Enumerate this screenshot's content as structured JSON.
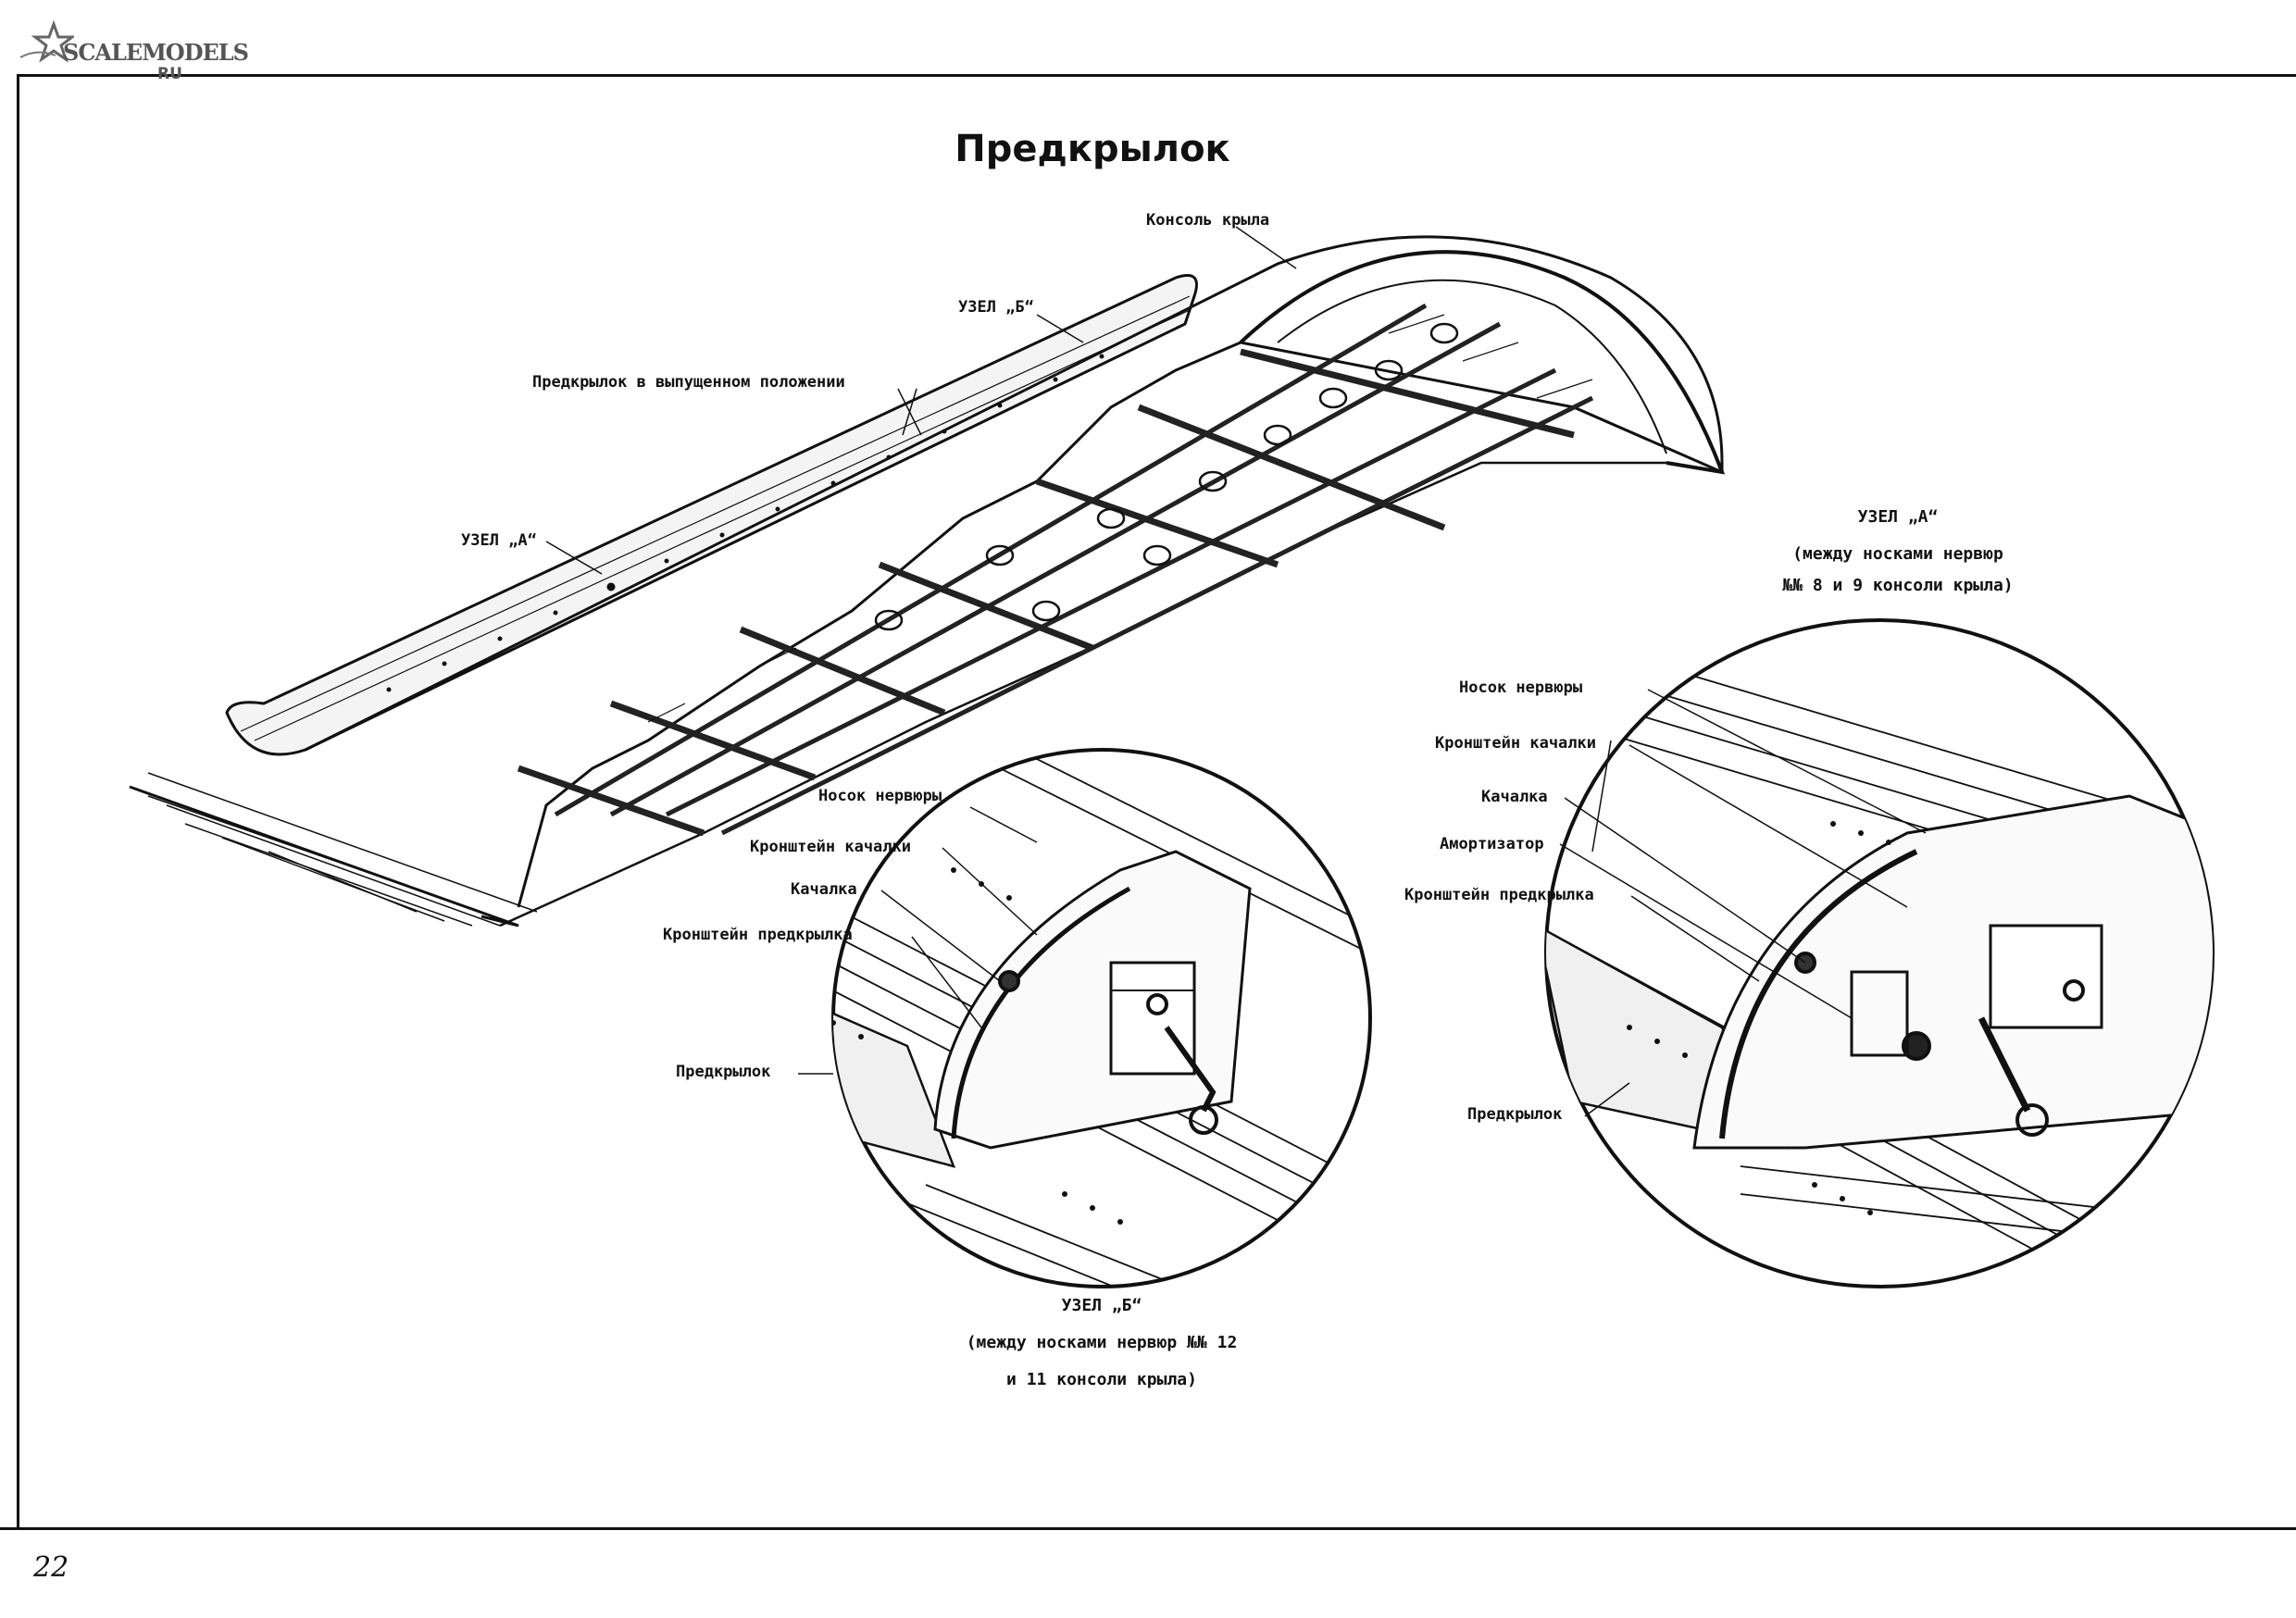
{
  "logo": {
    "brand": "SCALEMODELS",
    "tld": "RU"
  },
  "title": "Предкрылок",
  "main_labels": {
    "wing_console": "Консоль крыла",
    "node_b": "УЗЕЛ „Б“",
    "slat_extended": "Предкрылок в выпущенном положении",
    "node_a": "УЗЕЛ „А“"
  },
  "detail_b": {
    "labels": {
      "rib_nose": "Носок нервюры",
      "rocker_bracket": "Кронштейн качалки",
      "rocker": "Качалка",
      "slat_bracket": "Кронштейн предкрылка",
      "slat": "Предкрылок"
    },
    "caption": {
      "line1": "УЗЕЛ „Б“",
      "line2": "(между носками нервюр №№ 12",
      "line3": "и 11 консоли крыла)"
    }
  },
  "detail_a": {
    "caption": {
      "line1": "УЗЕЛ „А“",
      "line2": "(между носками нервюр",
      "line3": "№№ 8 и 9 консоли крыла)"
    },
    "labels": {
      "rib_nose": "Носок нервюры",
      "rocker_bracket": "Кронштейн качалки",
      "rocker": "Качалка",
      "shock_absorber": "Амортизатор",
      "slat_bracket": "Кронштейн предкрылка",
      "slat": "Предкрылок"
    }
  },
  "page_number": "22"
}
